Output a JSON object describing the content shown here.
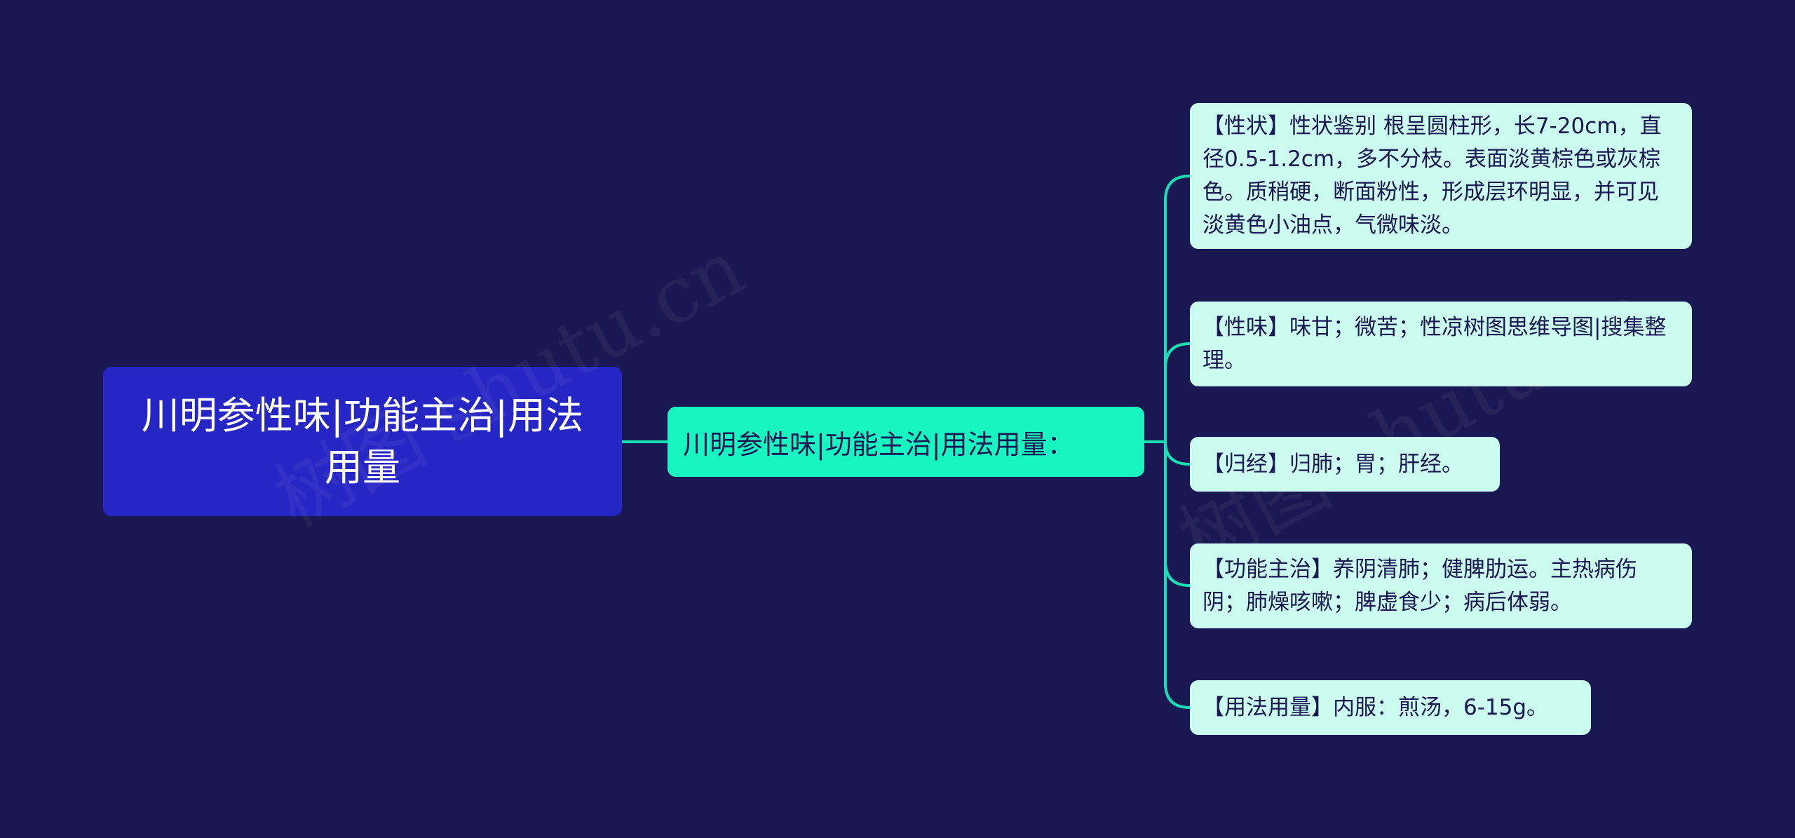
{
  "root": {
    "label": "川明参性味|功能主治|用法用量"
  },
  "branch": {
    "label": "川明参性味|功能主治|用法用量："
  },
  "leaves": [
    "【性状】性状鉴别 根呈圆柱形，长7-20cm，直径0.5-1.2cm，多不分枝。表面淡黄棕色或灰棕色。质稍硬，断面粉性，形成层环明显，并可见淡黄色小油点，气微味淡。",
    "【性味】味甘；微苦；性凉树图思维导图|搜集整理。",
    "【归经】归肺；胃；肝经。",
    "【功能主治】养阴清肺；健脾肋运。主热病伤阴；肺燥咳嗽；脾虚食少；病后体弱。",
    "【用法用量】内服：煎汤，6-15g。"
  ],
  "watermarks": [
    "树图 shutu.cn",
    "树图 shutu.cn"
  ],
  "colors": {
    "background": "#1a1852",
    "root": "#2626c4",
    "branch": "#19f5c0",
    "leaf": "#ccfbef",
    "connector": "#19e0b4"
  }
}
